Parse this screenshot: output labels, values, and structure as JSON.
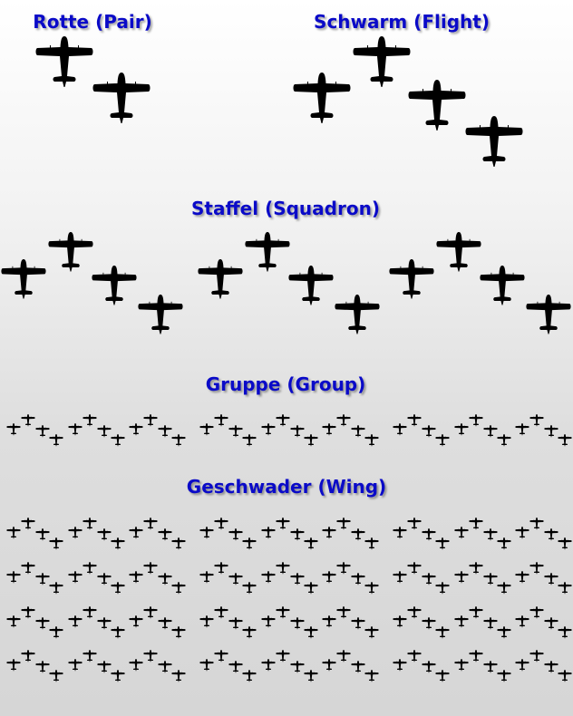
{
  "titles": {
    "rotte": "Rotte (Pair)",
    "schwarm": "Schwarm (Flight)",
    "staffel": "Staffel (Squadron)",
    "gruppe": "Gruppe (Group)",
    "geschwader": "Geschwader (Wing)"
  },
  "colors": {
    "title": "#0a0ac8",
    "aircraft": "#000000"
  },
  "icons": {
    "aircraft": "aircraft-silhouette-icon"
  },
  "counts": {
    "rotte": 2,
    "schwarm": 4,
    "staffel": 12,
    "gruppe": 36,
    "geschwader": 144
  }
}
